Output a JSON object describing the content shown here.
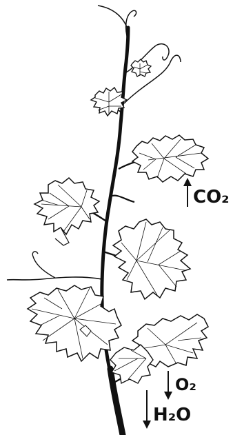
{
  "labels": {
    "co2": "CO₂",
    "o2": "O₂",
    "h2o": "H₂O"
  },
  "colors": {
    "ink": "#111111",
    "leaf_fill": "#ffffff",
    "background": "#ffffff"
  }
}
